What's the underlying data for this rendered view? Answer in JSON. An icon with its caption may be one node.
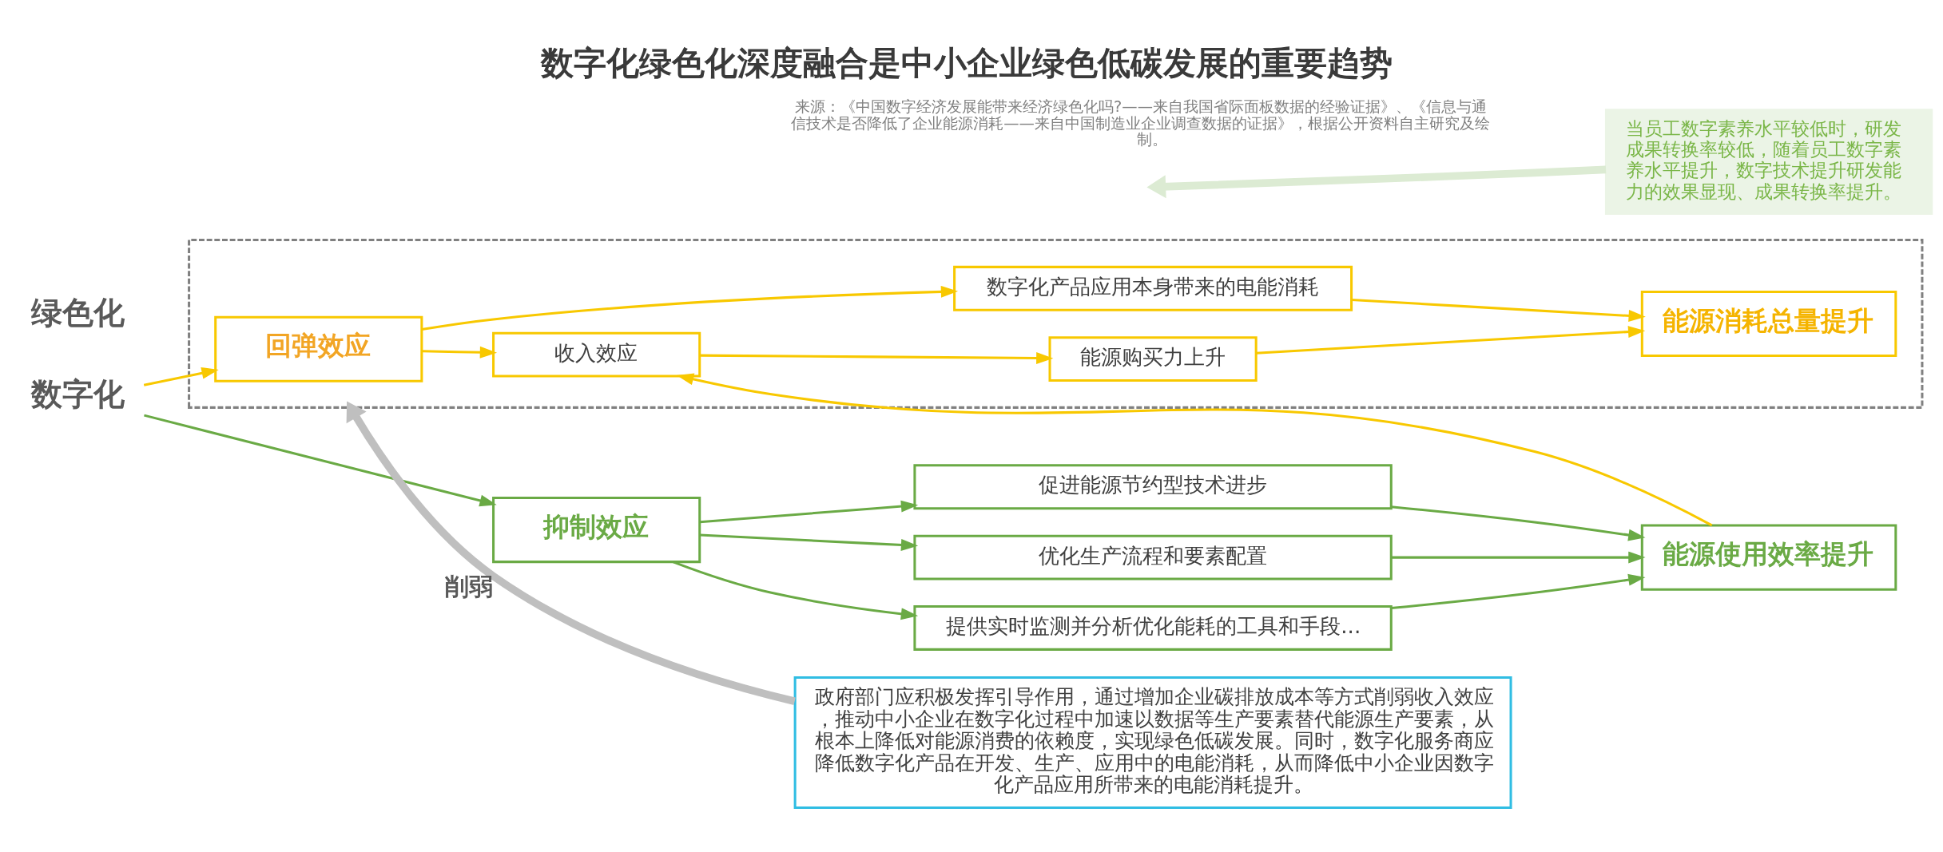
{
  "diagram": {
    "title": "数字化绿色化深度融合是中小企业绿色低碳发展的重要趋势",
    "caption": "来源：《中国数字经济发展能带来经济绿色化吗?——来自我国省际面板数据的经验证据》、《信息与通信技术是否降低了企业能源消耗——来自中国制造业企业调查数据的证据》，根据公开资料自主研究及绘制。",
    "nodes": [
      {
        "text": [
          "数字化"
        ]
      },
      {
        "text": [
          "抑制效应"
        ]
      },
      {
        "text": [
          "促进能源节约型技术进步"
        ]
      },
      {
        "text": [
          "优化生产流程和要素配置"
        ]
      },
      {
        "text": [
          "提供实时监测并分析优化能耗的工具和手段..."
        ]
      },
      {
        "text": [
          "能源使用效率提升"
        ]
      },
      {
        "text": [
          "当员工数字素养水平较低时，研发成果转换率较低，随着员工数字素养水平提升，数字技术提升研发能力的效果显现、成果转换率提升。"
        ]
      },
      {
        "text": [],
        "shape": "box"
      },
      {
        "text": [
          "回弹效应"
        ],
        "in": 7
      },
      {
        "text": [
          "收入效应"
        ],
        "in": 7
      },
      {
        "text": [
          "能源购买力上升"
        ],
        "in": 7
      },
      {
        "text": [
          "数字化产品应用本身带来的电能消耗"
        ],
        "in": 7
      },
      {
        "text": [
          "能源消耗总量提升"
        ],
        "in": 7
      },
      {
        "text": [
          "政府部门应积极发挥引导作用，通过增加企业碳排放成本等方式削弱收入效应，推动中小企业在数字化过程中加速以数据等生产要素替代能源生产要素，从根本上降低对能源消费的依赖度，实现绿色低碳发展。同时，数字化服务商应降低数字化产品在开发、生产、应用中的电能消耗，从而降低中小企业因数字化产品应用所带来的电能消耗提升。"
        ]
      }
    ],
    "edges": [
      {
        "from": 0,
        "to": 1,
        "arrow": "to",
        "color": "#6aaa45"
      },
      {
        "from": 0,
        "to": 8,
        "arrow": "to",
        "color": "#f8c800"
      },
      {
        "from": 1,
        "to": 2,
        "arrow": "to",
        "color": "#6aaa45"
      },
      {
        "from": 1,
        "to": 3,
        "arrow": "to",
        "color": "#6aaa45"
      },
      {
        "from": 1,
        "to": 4,
        "arrow": "to",
        "color": "#6aaa45"
      },
      {
        "from": 2,
        "to": 5,
        "arrow": "to",
        "color": "#6aaa45"
      },
      {
        "from": 3,
        "to": 5,
        "arrow": "to",
        "color": "#6aaa45"
      },
      {
        "from": 4,
        "to": 5,
        "arrow": "to",
        "color": "#6aaa45"
      },
      {
        "from": 5,
        "to": 9,
        "arrow": "to",
        "color": "#f8c800"
      },
      {
        "from": 8,
        "to": 9,
        "arrow": "to",
        "color": "#f8c800"
      },
      {
        "from": 8,
        "to": 11,
        "arrow": "to",
        "color": "#f8c800"
      },
      {
        "from": 9,
        "to": 10,
        "arrow": "to",
        "color": "#f8c800"
      },
      {
        "from": 10,
        "to": 12,
        "arrow": "to",
        "color": "#f8c800"
      },
      {
        "from": 11,
        "to": 12,
        "arrow": "to",
        "color": "#f8c800"
      },
      {
        "from": 6,
        "to": null,
        "arrow": "to",
        "style": "thick",
        "color": "#dcebd3"
      },
      {
        "from": 13,
        "to": 7,
        "arrow": "to",
        "label": "削弱",
        "style": "thick",
        "color": "#bfbfbf"
      }
    ],
    "labels": [
      "绿色化"
    ]
  }
}
